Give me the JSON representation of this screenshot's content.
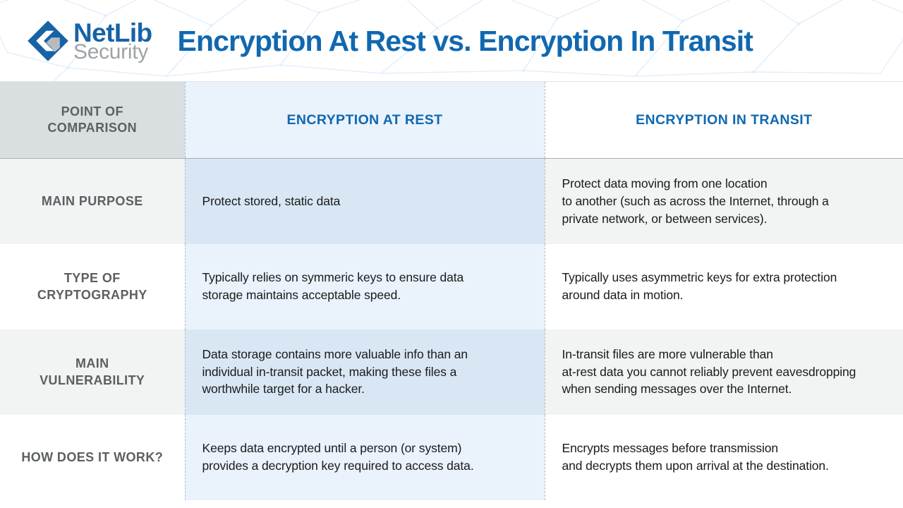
{
  "header": {
    "logo": {
      "mark_name": "netlib-diamond-logo",
      "word_top": "NetLib",
      "word_bottom": "Security",
      "blue": "#1763a6",
      "gray": "#9fa3a6"
    },
    "title": "Encryption At Rest vs. Encryption In Transit",
    "title_color": "#1068b0",
    "background_pattern": "polygon-network-icon"
  },
  "table": {
    "columns": [
      {
        "key": "label",
        "title": "POINT OF\nCOMPARISON",
        "color": "#5c6063",
        "bg": "#d9dee1"
      },
      {
        "key": "rest",
        "title": "ENCRYPTION AT REST",
        "color": "#1068b0",
        "bg": "#eaf2fc"
      },
      {
        "key": "transit",
        "title": "ENCRYPTION IN TRANSIT",
        "color": "#1068b0",
        "bg": "#ffffff"
      }
    ],
    "rows": [
      {
        "label": "MAIN PURPOSE",
        "rest": "Protect stored, static data",
        "transit": "Protect data moving from one location\nto another (such as across the Internet, through a\nprivate network, or between services)."
      },
      {
        "label": "TYPE OF\nCRYPTOGRAPHY",
        "rest": "Typically relies on symmeric keys to ensure data\nstorage maintains acceptable speed.",
        "transit": "Typically uses asymmetric keys for extra protection\naround data in motion."
      },
      {
        "label": "MAIN\nVULNERABILITY",
        "rest": "Data storage contains more valuable info than an\nindividual in-transit packet, making these files a\nworthwhile target for a hacker.",
        "transit": "In-transit files are more vulnerable than\nat-rest data you cannot reliably prevent eavesdropping\nwhen sending messages over the Internet."
      },
      {
        "label": "HOW DOES IT WORK?",
        "rest": "Keeps data encrypted until a person (or system)\nprovides a decryption key required to access data.",
        "transit": "Encrypts messages before transmission\nand decrypts them upon arrival at the destination."
      }
    ],
    "row_shading": [
      "shade",
      "plain",
      "shade",
      "plain"
    ]
  }
}
